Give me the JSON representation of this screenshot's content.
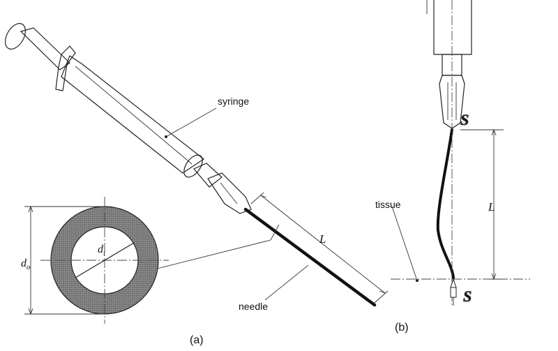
{
  "labels": {
    "syringe": "syringe",
    "needle": "needle",
    "tissue": "tissue",
    "length_a": "L",
    "length_b": "L",
    "outer_diameter_main": "d",
    "outer_diameter_sub": "o",
    "inner_diameter_main": "d",
    "inner_diameter_sub": "i",
    "force_top": "S",
    "force_bottom": "S",
    "panel_a": "(a)",
    "panel_b": "(b)"
  },
  "colors": {
    "ink": "#222222",
    "hatch": "#6f6f6f"
  }
}
